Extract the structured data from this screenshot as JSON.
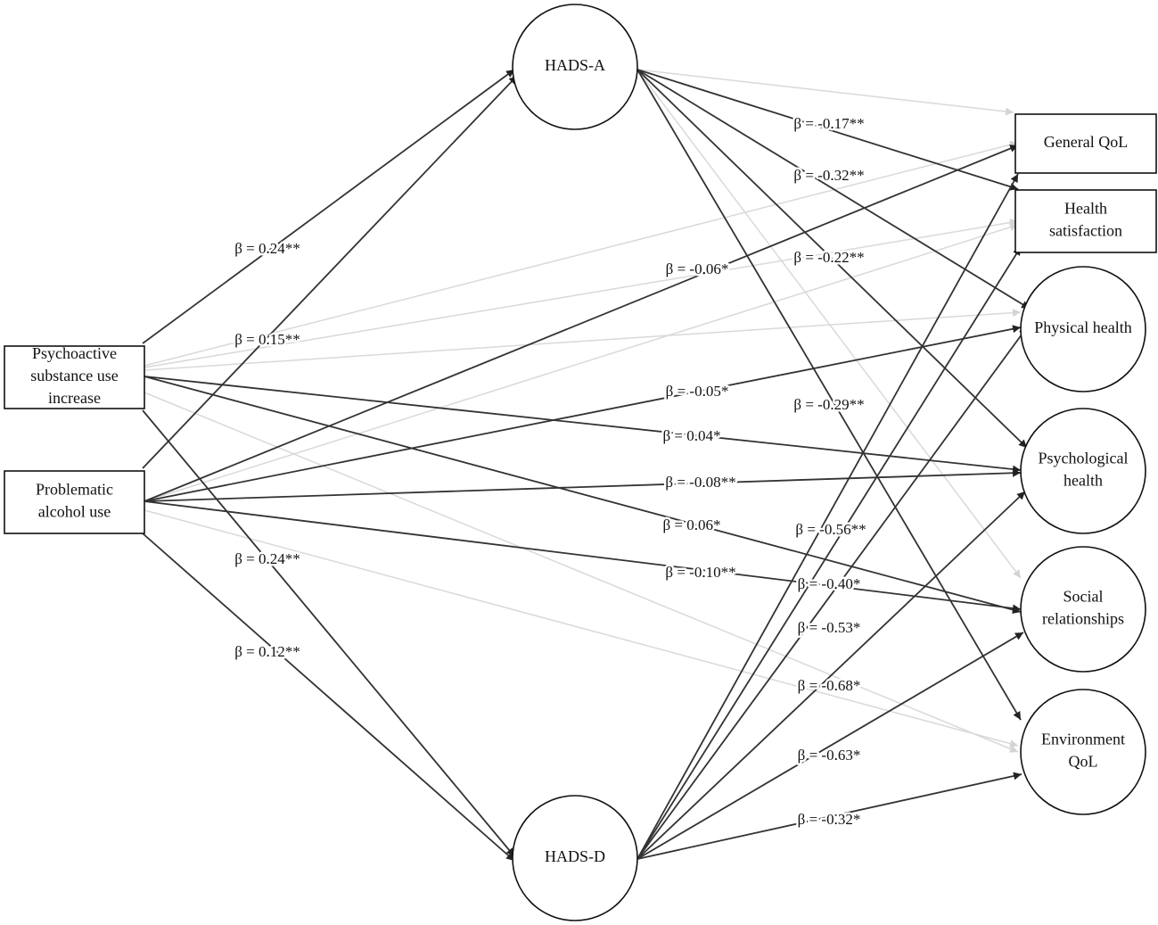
{
  "nodes": {
    "psu": {
      "lines": [
        "Psychoactive",
        "substance use",
        "increase"
      ],
      "shape": "rect"
    },
    "pau": {
      "lines": [
        "Problematic",
        "alcohol use"
      ],
      "shape": "rect"
    },
    "hadsA": {
      "lines": [
        "HADS-A"
      ],
      "shape": "circle"
    },
    "hadsD": {
      "lines": [
        "HADS-D"
      ],
      "shape": "circle"
    },
    "gqol": {
      "lines": [
        "General QoL"
      ],
      "shape": "rect"
    },
    "hsat": {
      "lines": [
        "Health",
        "satisfaction"
      ],
      "shape": "rect"
    },
    "phys": {
      "lines": [
        "Physical health"
      ],
      "shape": "circle"
    },
    "psych": {
      "lines": [
        "Psychological",
        "health"
      ],
      "shape": "circle"
    },
    "soc": {
      "lines": [
        "Social",
        "relationships"
      ],
      "shape": "circle"
    },
    "env": {
      "lines": [
        "Environment",
        "QoL"
      ],
      "shape": "circle"
    }
  },
  "paths": [
    {
      "id": "psu-hadsA",
      "from": "psu",
      "to": "hadsA",
      "beta": "β = 0.24**",
      "significant": true
    },
    {
      "id": "pau-hadsA",
      "from": "pau",
      "to": "hadsA",
      "beta": "β = 0.15**",
      "significant": true
    },
    {
      "id": "psu-hadsD",
      "from": "psu",
      "to": "hadsD",
      "beta": "β = 0.24**",
      "significant": true
    },
    {
      "id": "pau-hadsD",
      "from": "pau",
      "to": "hadsD",
      "beta": "β = 0.12**",
      "significant": true
    },
    {
      "id": "pau-gqol",
      "from": "pau",
      "to": "gqol",
      "beta": "β = -0.06*",
      "significant": true
    },
    {
      "id": "pau-phys",
      "from": "pau",
      "to": "phys",
      "beta": "β = -0.05*",
      "significant": true
    },
    {
      "id": "psu-psych",
      "from": "psu",
      "to": "psych",
      "beta": "β = 0.04*",
      "significant": true
    },
    {
      "id": "pau-psych",
      "from": "pau",
      "to": "psych",
      "beta": "β = -0.08**",
      "significant": true
    },
    {
      "id": "psu-soc",
      "from": "psu",
      "to": "soc",
      "beta": "β = 0.06*",
      "significant": true
    },
    {
      "id": "pau-soc",
      "from": "pau",
      "to": "soc",
      "beta": "β = -0.10**",
      "significant": true
    },
    {
      "id": "hadsA-hsat",
      "from": "hadsA",
      "to": "hsat",
      "beta": "β = -0.17**",
      "significant": true
    },
    {
      "id": "hadsA-phys",
      "from": "hadsA",
      "to": "phys",
      "beta": "β = -0.32**",
      "significant": true
    },
    {
      "id": "hadsA-psych",
      "from": "hadsA",
      "to": "psych",
      "beta": "β = -0.22**",
      "significant": true
    },
    {
      "id": "hadsA-env",
      "from": "hadsA",
      "to": "env",
      "beta": "β = -0.29**",
      "significant": true
    },
    {
      "id": "hadsD-gqol",
      "from": "hadsD",
      "to": "gqol",
      "beta": "β = -0.56**",
      "significant": true
    },
    {
      "id": "hadsD-hsat",
      "from": "hadsD",
      "to": "hsat",
      "beta": "β = -0.40*",
      "significant": true
    },
    {
      "id": "hadsD-phys",
      "from": "hadsD",
      "to": "phys",
      "beta": "β = -0.53*",
      "significant": true
    },
    {
      "id": "hadsD-psych",
      "from": "hadsD",
      "to": "psych",
      "beta": "β = -0.68*",
      "significant": true
    },
    {
      "id": "hadsD-soc",
      "from": "hadsD",
      "to": "soc",
      "beta": "β = -0.63*",
      "significant": true
    },
    {
      "id": "hadsD-env",
      "from": "hadsD",
      "to": "env",
      "beta": "β = -0.32*",
      "significant": true
    },
    {
      "id": "hadsA-gqol-ns",
      "from": "hadsA",
      "to": "gqol",
      "beta": "",
      "significant": false
    },
    {
      "id": "hadsA-soc-ns",
      "from": "hadsA",
      "to": "soc",
      "beta": "",
      "significant": false
    },
    {
      "id": "psu-gqol-ns",
      "from": "psu",
      "to": "gqol",
      "beta": "",
      "significant": false
    },
    {
      "id": "psu-hsat-ns",
      "from": "psu",
      "to": "hsat",
      "beta": "",
      "significant": false
    },
    {
      "id": "psu-phys-ns",
      "from": "psu",
      "to": "phys",
      "beta": "",
      "significant": false
    },
    {
      "id": "psu-env-ns",
      "from": "psu",
      "to": "env",
      "beta": "",
      "significant": false
    },
    {
      "id": "pau-hsat-ns",
      "from": "pau",
      "to": "hsat",
      "beta": "",
      "significant": false
    },
    {
      "id": "pau-env-ns",
      "from": "pau",
      "to": "env",
      "beta": "",
      "significant": false
    }
  ],
  "colors": {
    "significant_path": "#333333",
    "nonsignificant_path": "#d9d9d9",
    "node_stroke": "#111111",
    "text": "#111111"
  }
}
